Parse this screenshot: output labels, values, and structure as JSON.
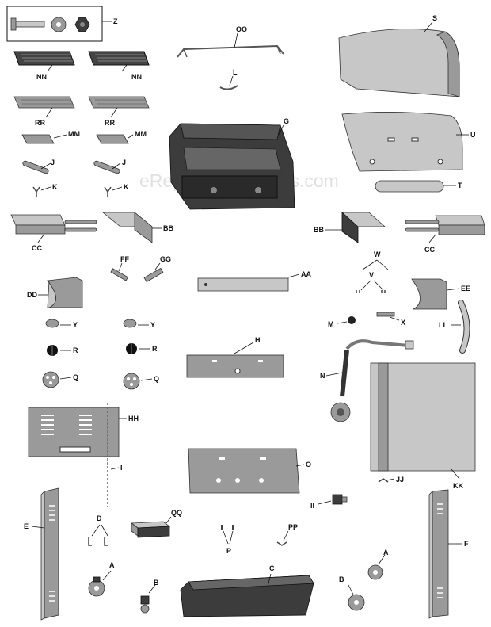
{
  "watermark": "eReplacementParts.com",
  "labels": {
    "Z": "Z",
    "NN": "NN",
    "RR": "RR",
    "MM": "MM",
    "J": "J",
    "K": "K",
    "CC": "CC",
    "BB": "BB",
    "OO": "OO",
    "L": "L",
    "G": "G",
    "S": "S",
    "U": "U",
    "T": "T",
    "FF": "FF",
    "GG": "GG",
    "AA": "AA",
    "W": "W",
    "V": "V",
    "DD": "DD",
    "EE": "EE",
    "Y": "Y",
    "R": "R",
    "Q": "Q",
    "M": "M",
    "X": "X",
    "LL": "LL",
    "H": "H",
    "N": "N",
    "HH": "HH",
    "I": "I",
    "O": "O",
    "JJ": "JJ",
    "KK": "KK",
    "II": "II",
    "E": "E",
    "D": "D",
    "QQ": "QQ",
    "P": "P",
    "PP": "PP",
    "F": "F",
    "A": "A",
    "B": "B",
    "C": "C"
  }
}
